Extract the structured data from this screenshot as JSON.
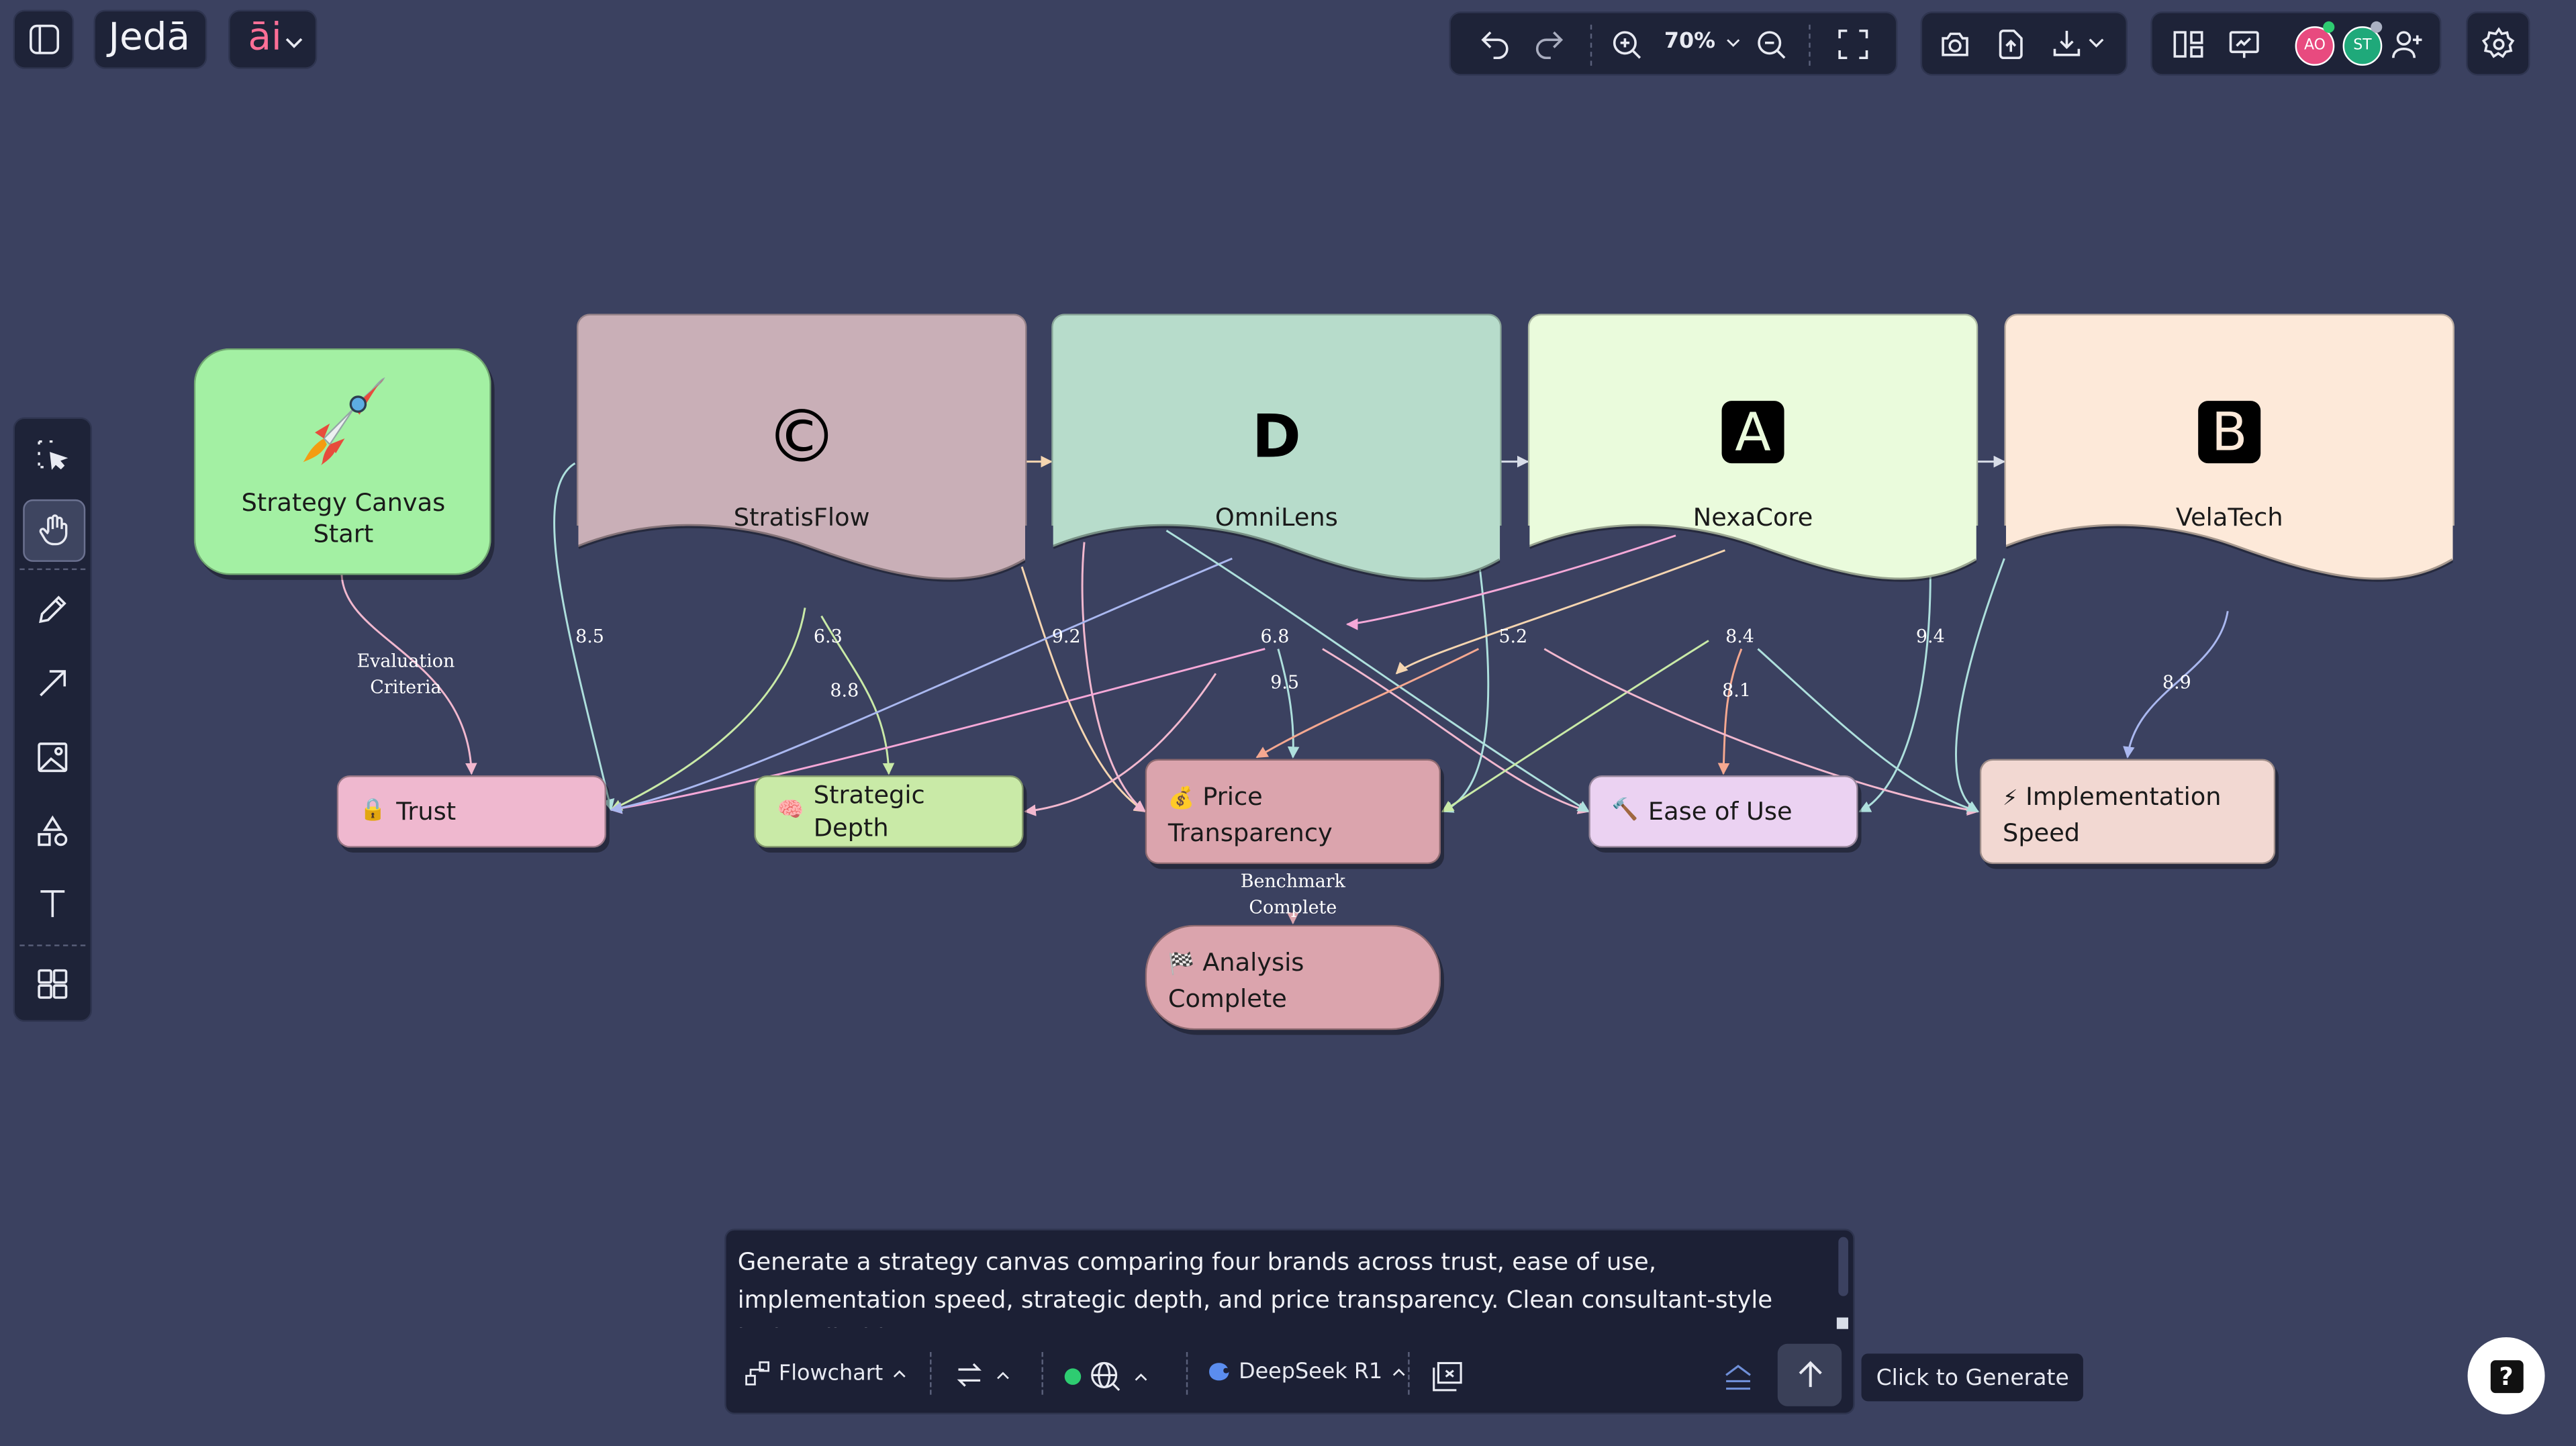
{
  "app": {
    "logo": "Jedā",
    "ai_label": "āi"
  },
  "toolbar": {
    "zoom": "70%",
    "avatars": [
      {
        "initials": "AO",
        "color": "#e84a7f"
      },
      {
        "initials": "ST",
        "color": "#1fa97a"
      }
    ]
  },
  "canvas": {
    "start": {
      "label": "Strategy Canvas Start",
      "icon": "rocket-icon"
    },
    "brands": [
      {
        "name": "StratisFlow",
        "logo": "©",
        "color": "#c9afb7"
      },
      {
        "name": "OmniLens",
        "logo": "D",
        "color": "#b7dccb"
      },
      {
        "name": "NexaCore",
        "logo": "A",
        "color": "#eafbdc"
      },
      {
        "name": "VelaTech",
        "logo": "B",
        "color": "#fde9d9"
      }
    ],
    "criteria": [
      {
        "label": "Trust",
        "emoji": "🔒",
        "color": "#efb8cf"
      },
      {
        "label": "Strategic Depth",
        "emoji": "🧠",
        "color": "#c9eaa7"
      },
      {
        "label": "Price Transparency",
        "emoji": "💰",
        "color": "#dba4ad"
      },
      {
        "label": "Ease of Use",
        "emoji": "🔨",
        "color": "#ebd2f2"
      },
      {
        "label": "Implementation Speed",
        "emoji": "⚡",
        "color": "#f2d8d2"
      }
    ],
    "end": {
      "label": "Analysis Complete",
      "emoji": "🏁",
      "color": "#dba4ad"
    },
    "edge_labels": [
      {
        "text": "Evaluation Criteria"
      },
      {
        "text": "8.5"
      },
      {
        "text": "6.3"
      },
      {
        "text": "8.8"
      },
      {
        "text": "9.2"
      },
      {
        "text": "6.8"
      },
      {
        "text": "9.5"
      },
      {
        "text": "5.2"
      },
      {
        "text": "8.4"
      },
      {
        "text": "8.1"
      },
      {
        "text": "9.4"
      },
      {
        "text": "8.9"
      },
      {
        "text": "Benchmark Complete"
      }
    ]
  },
  "prompt": {
    "text": "Generate a strategy canvas comparing four brands across trust, ease of use, implementation speed, strategic depth, and price transparency. Clean consultant-style look, editable smart",
    "mode": "Flowchart",
    "model": "DeepSeek R1",
    "tooltip": "Click to Generate"
  }
}
